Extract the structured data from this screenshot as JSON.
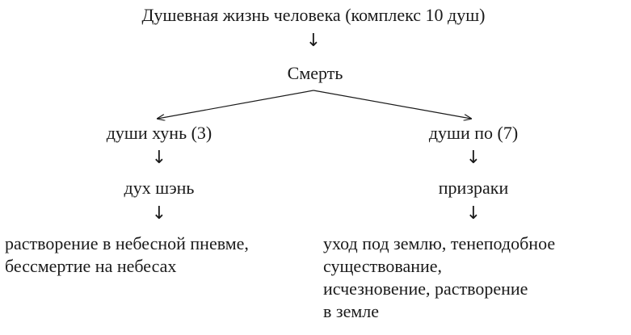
{
  "root": {
    "label": "Душевная жизнь человека (комплекс 10 душ)"
  },
  "death": {
    "label": "Смерть"
  },
  "arrow_glyph": "↓",
  "left_branch": {
    "soul": "души хунь (3)",
    "spirit": "дух шэнь",
    "outcome_lines": [
      "растворение в небесной пневме,",
      "бессмертие на небесах"
    ]
  },
  "right_branch": {
    "soul": "души по (7)",
    "spirit": "призраки",
    "outcome_lines": [
      "уход под землю, тенеподобное",
      "существование,",
      "исчезновение, растворение",
      "в земле"
    ]
  },
  "colors": {
    "ink": "#1a1a1a",
    "background": "#ffffff"
  }
}
